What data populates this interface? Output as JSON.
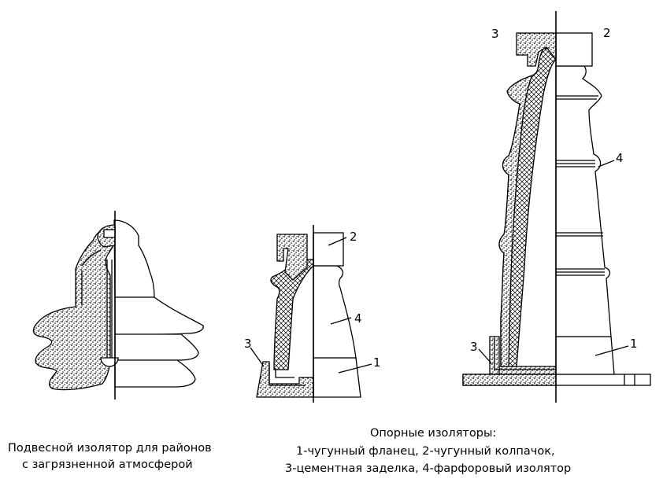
{
  "suspension": {
    "caption_line1": "Подвесной изолятор для районов",
    "caption_line2": "с загрязненной атмосферой"
  },
  "support": {
    "caption_line1": "Опорные изоляторы:",
    "caption_line2": "1-чугунный фланец, 2-чугунный колпачок,",
    "caption_line3": "3-цементная заделка, 4-фарфоровый изолятор",
    "labels_small": [
      "2",
      "4",
      "3",
      "1"
    ],
    "labels_large": [
      "3",
      "2",
      "4",
      "3",
      "1"
    ]
  }
}
